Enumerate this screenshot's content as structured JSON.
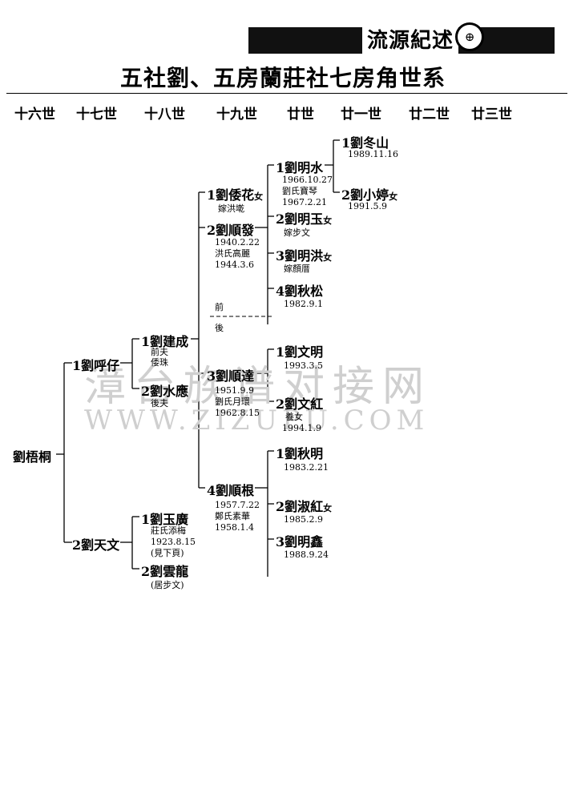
{
  "header": {
    "section_title": "流源紀述",
    "emblem": "⊕"
  },
  "title": "五社劉、五房蘭莊社七房角世系",
  "generations": [
    "十六世",
    "十七世",
    "十八世",
    "十九世",
    "廿世",
    "廿一世",
    "廿二世",
    "廿三世"
  ],
  "watermark": {
    "line1": "漳台族谱对接网",
    "line2": "WWW.ZIZUPU.COM"
  },
  "gen16": {
    "root": "劉梧桐"
  },
  "gen17": [
    {
      "name": "1劉呼仔"
    },
    {
      "name": "2劉天文"
    }
  ],
  "gen18": [
    {
      "name": "1劉建成",
      "lines": [
        "前夫",
        "倭珠"
      ]
    },
    {
      "name": "2劉水應",
      "lines": [
        "後夫"
      ]
    },
    {
      "name": "1劉玉廣",
      "lines": [
        "莊氏添梅",
        "1923.8.15",
        "(見下頁)"
      ]
    },
    {
      "name": "2劉雲龍",
      "lines": [
        "(居步文)"
      ]
    }
  ],
  "gen19": [
    {
      "name": "1劉倭花",
      "suffix": "女",
      "lines": [
        "嫁洪墘"
      ]
    },
    {
      "name": "2劉順發",
      "lines": [
        "1940.2.22",
        "洪氏高麗",
        "1944.3.6"
      ]
    },
    {
      "name": "3劉順達",
      "lines": [
        "1951.9.9",
        "劉氏月環",
        "1962.8.15"
      ]
    },
    {
      "name": "4劉順根",
      "lines": [
        "1957.7.22",
        "鄭氏素華",
        "1958.1.4"
      ]
    }
  ],
  "divider": {
    "before": "前",
    "after": "後"
  },
  "gen20": [
    {
      "name": "1劉明水",
      "lines": [
        "1966.10.27",
        "劉氏寶琴",
        "1967.2.21"
      ]
    },
    {
      "name": "2劉明玉",
      "suffix": "女",
      "lines": [
        "嫁步文"
      ]
    },
    {
      "name": "3劉明洪",
      "suffix": "女",
      "lines": [
        "嫁顏厝"
      ]
    },
    {
      "name": "4劉秋松",
      "lines": [
        "1982.9.1"
      ]
    },
    {
      "name": "1劉文明",
      "lines": [
        "1993.3.5"
      ]
    },
    {
      "name": "2劉文紅",
      "lines": [
        "養女",
        "1994.1.9"
      ]
    },
    {
      "name": "1劉秋明",
      "lines": [
        "1983.2.21"
      ]
    },
    {
      "name": "2劉淑紅",
      "suffix": "女",
      "lines": [
        "1985.2.9"
      ]
    },
    {
      "name": "3劉明鑫",
      "lines": [
        "1988.9.24"
      ]
    }
  ],
  "gen21": [
    {
      "name": "1劉冬山",
      "lines": [
        "1989.11.16"
      ]
    },
    {
      "name": "2劉小婷",
      "suffix": "女",
      "lines": [
        "1991.5.9"
      ]
    }
  ]
}
